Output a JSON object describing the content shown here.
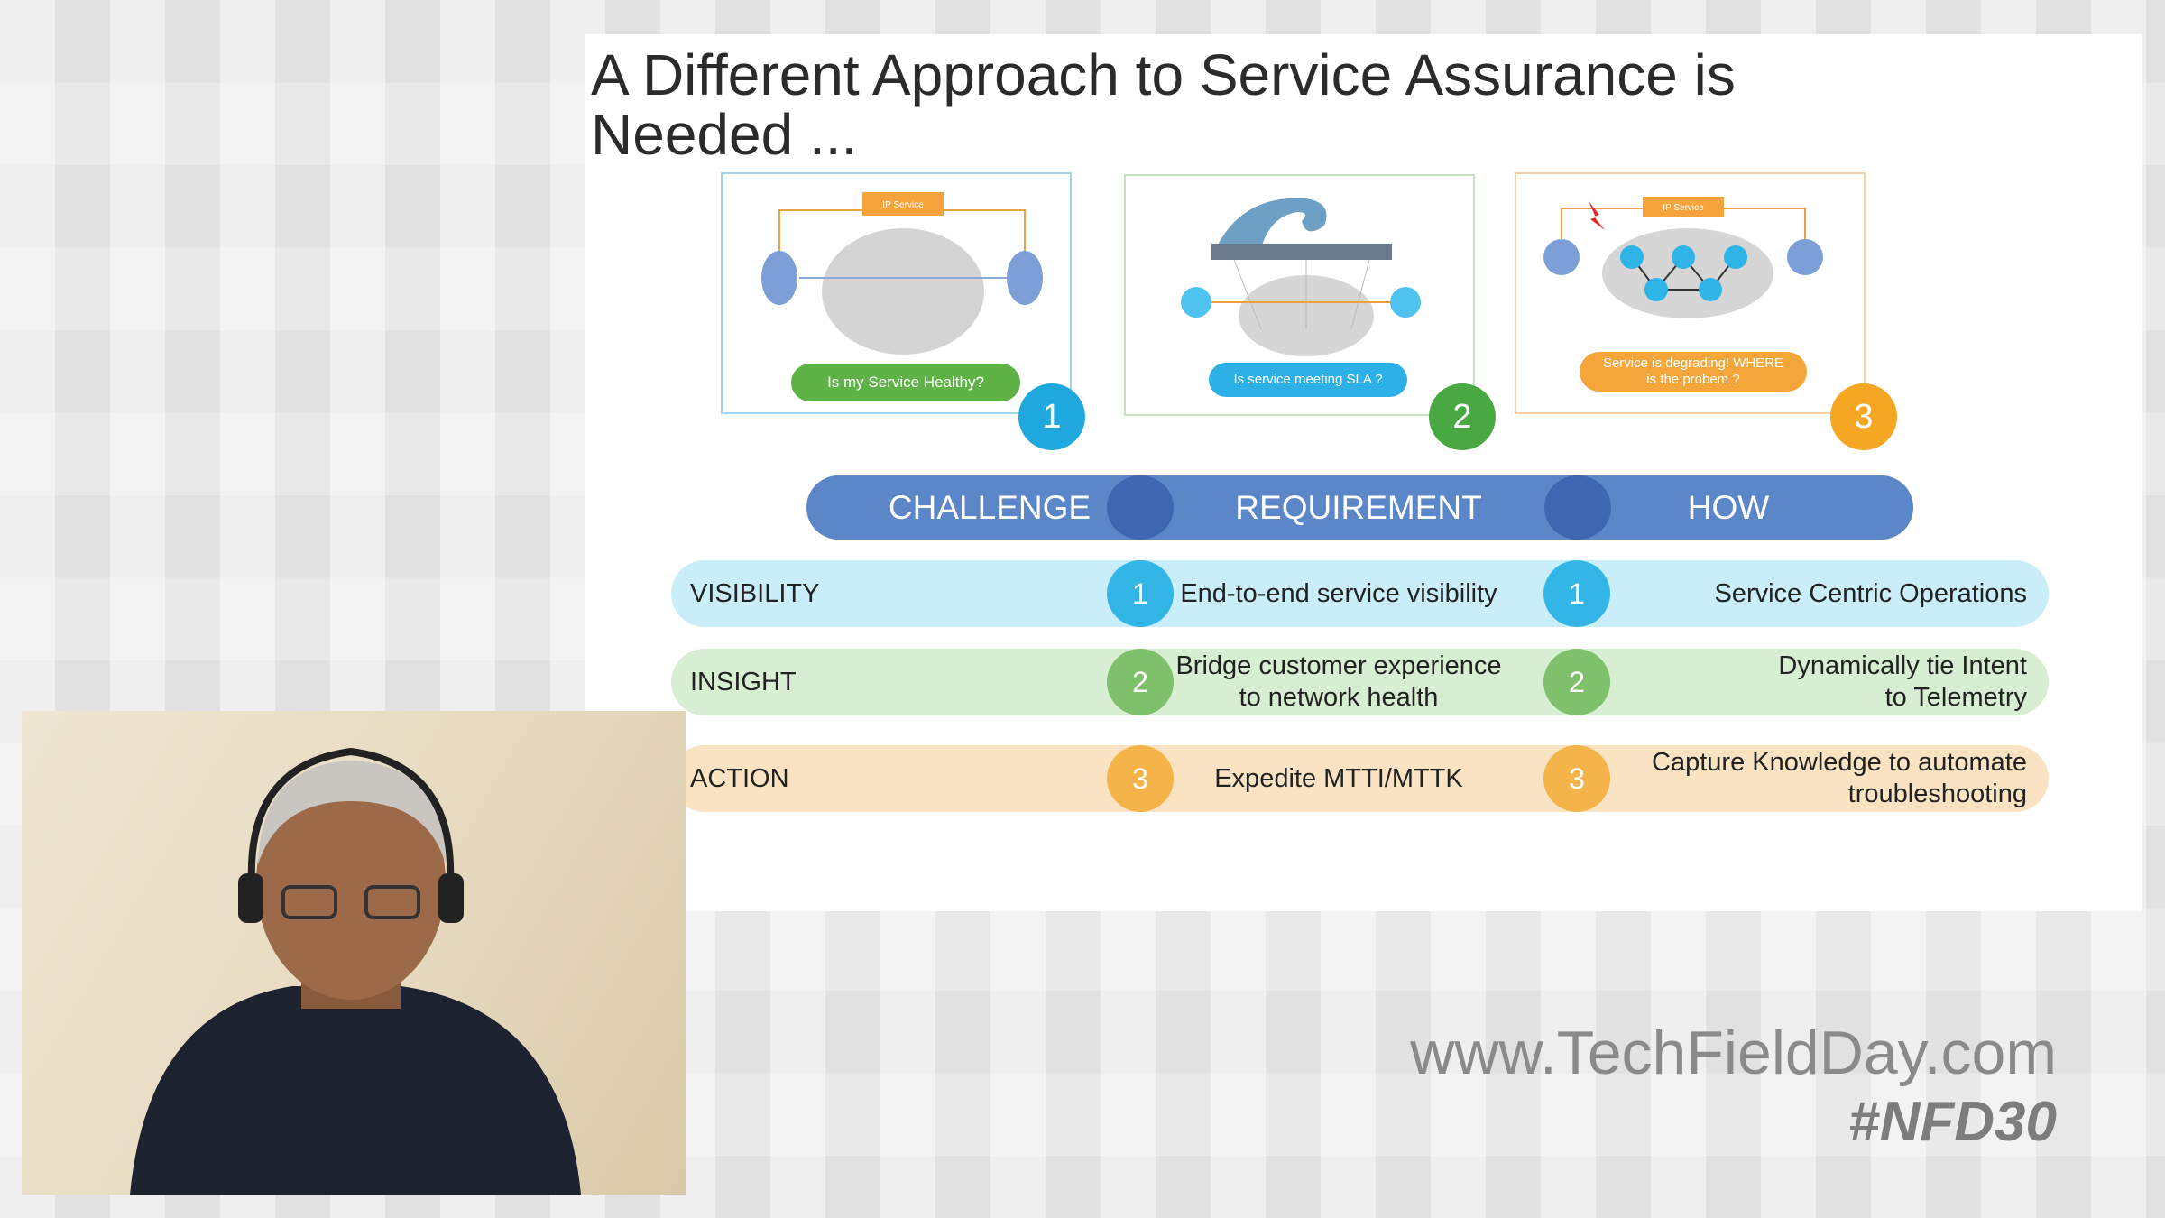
{
  "slide": {
    "title": "A Different Approach to Service Assurance is Needed ...",
    "panels": [
      {
        "number": "1",
        "tag": "IP Service",
        "caption": "Is my Service Healthy?",
        "color": "#1ea8dd"
      },
      {
        "number": "2",
        "caption": "Is service meeting SLA ?",
        "color": "#4aa842"
      },
      {
        "number": "3",
        "tag": "IP Service",
        "caption": "Service is degrading! WHERE is the probem ?",
        "color": "#f5a623"
      }
    ],
    "header": {
      "challenge": "CHALLENGE",
      "requirement": "REQUIREMENT",
      "how": "HOW"
    },
    "rows": [
      {
        "challenge": "VISIBILITY",
        "number": "1",
        "requirement": "End-to-end service visibility",
        "how": "Service Centric Operations",
        "bg": "#c9eefa",
        "dot": "#33b5e5"
      },
      {
        "challenge": "INSIGHT",
        "number": "2",
        "requirement": "Bridge customer experience to network health",
        "how": "Dynamically tie Intent to Telemetry",
        "bg": "#d7eed2",
        "dot": "#7fc06d"
      },
      {
        "challenge": "ACTION",
        "number": "3",
        "requirement": "Expedite MTTI/MTTK",
        "how": "Capture Knowledge to automate troubleshooting",
        "bg": "#fae3c2",
        "dot": "#f5b449"
      }
    ]
  },
  "watermark": {
    "url": "www.TechFieldDay.com",
    "hashtag": "#NFD30"
  }
}
